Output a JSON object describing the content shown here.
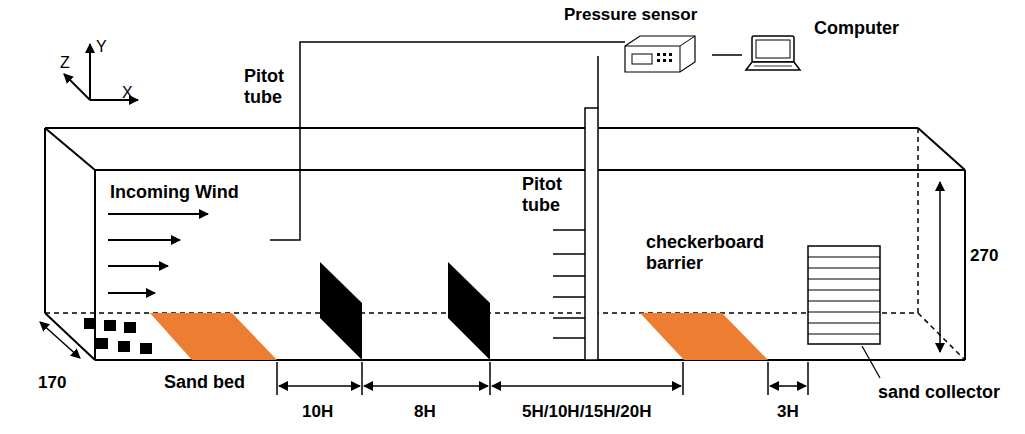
{
  "diagram": {
    "nodes": [
      {
        "text": [
          "Pressure sensor"
        ]
      },
      {
        "text": [
          "Computer"
        ]
      }
    ],
    "edges": [
      {
        "from": 0,
        "to": 1,
        "arrow": "none"
      }
    ],
    "labels": [
      "Z",
      "Y",
      "X",
      "Pitot tube",
      "Incoming Wind",
      "Pitot tube",
      "checkerboard barrier",
      "270",
      "170",
      "Sand bed",
      "10H",
      "8H",
      "5H/10H/15H/20H",
      "3H",
      "sand collector"
    ]
  }
}
